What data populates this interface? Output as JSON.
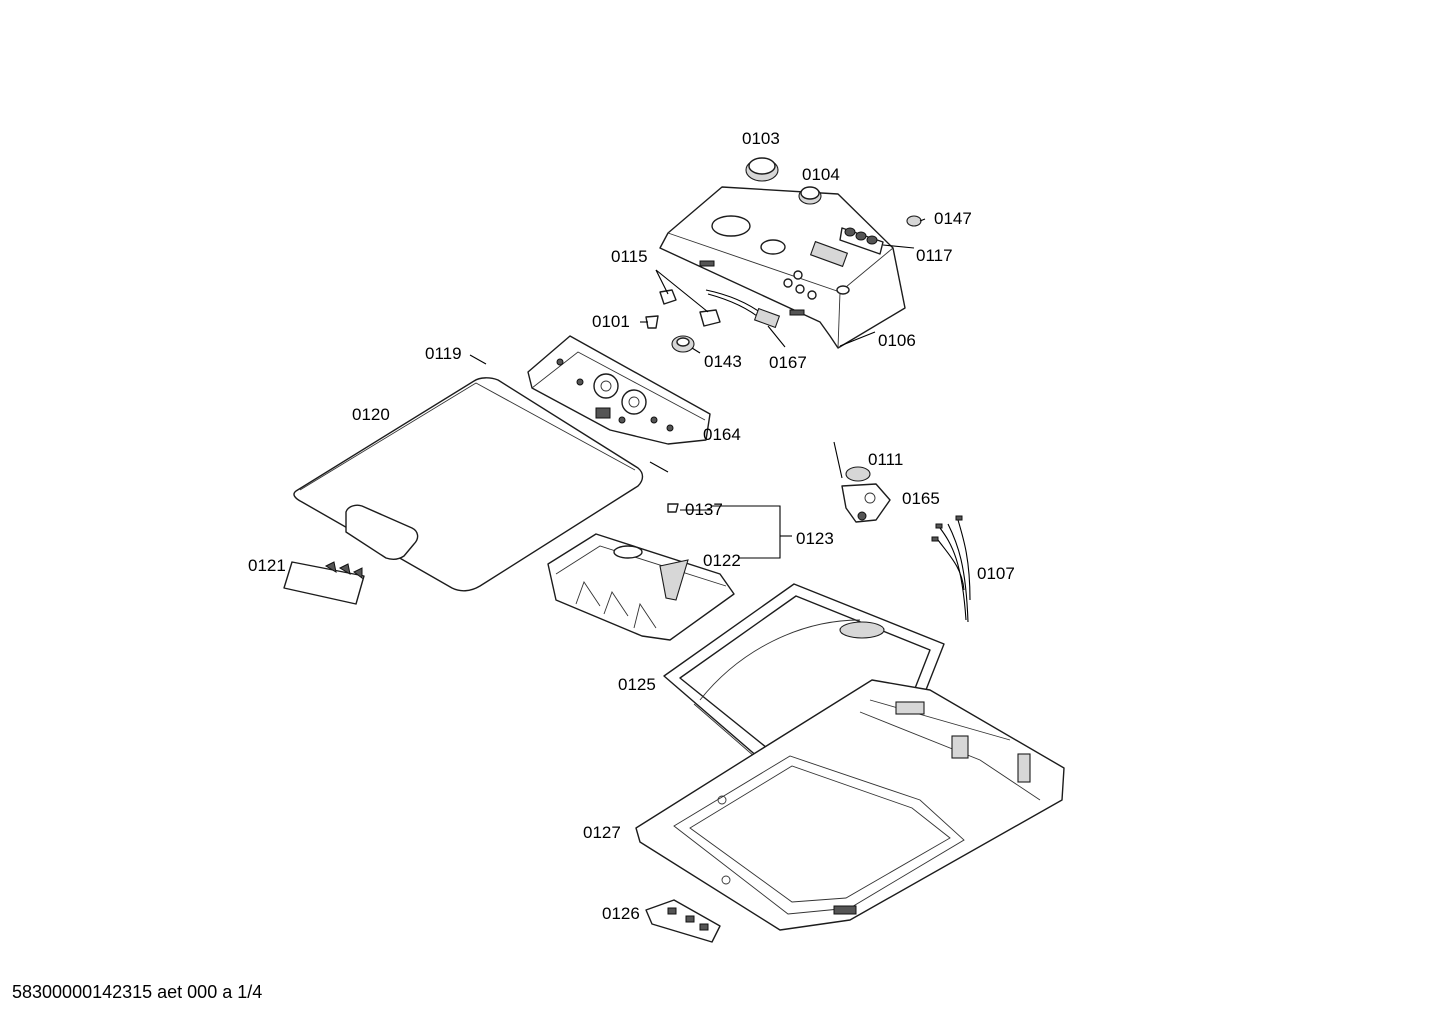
{
  "parts": {
    "p0103": "0103",
    "p0104": "0104",
    "p0147": "0147",
    "p0117": "0117",
    "p0115": "0115",
    "p0101": "0101",
    "p0143": "0143",
    "p0167": "0167",
    "p0106": "0106",
    "p0119": "0119",
    "p0120": "0120",
    "p0164": "0164",
    "p0111": "0111",
    "p0165": "0165",
    "p0137": "0137",
    "p0123": "0123",
    "p0122": "0122",
    "p0121": "0121",
    "p0107": "0107",
    "p0125": "0125",
    "p0127": "0127",
    "p0126": "0126"
  },
  "footer": {
    "document_id": "58300000142315 aet 000 a 1/4"
  }
}
